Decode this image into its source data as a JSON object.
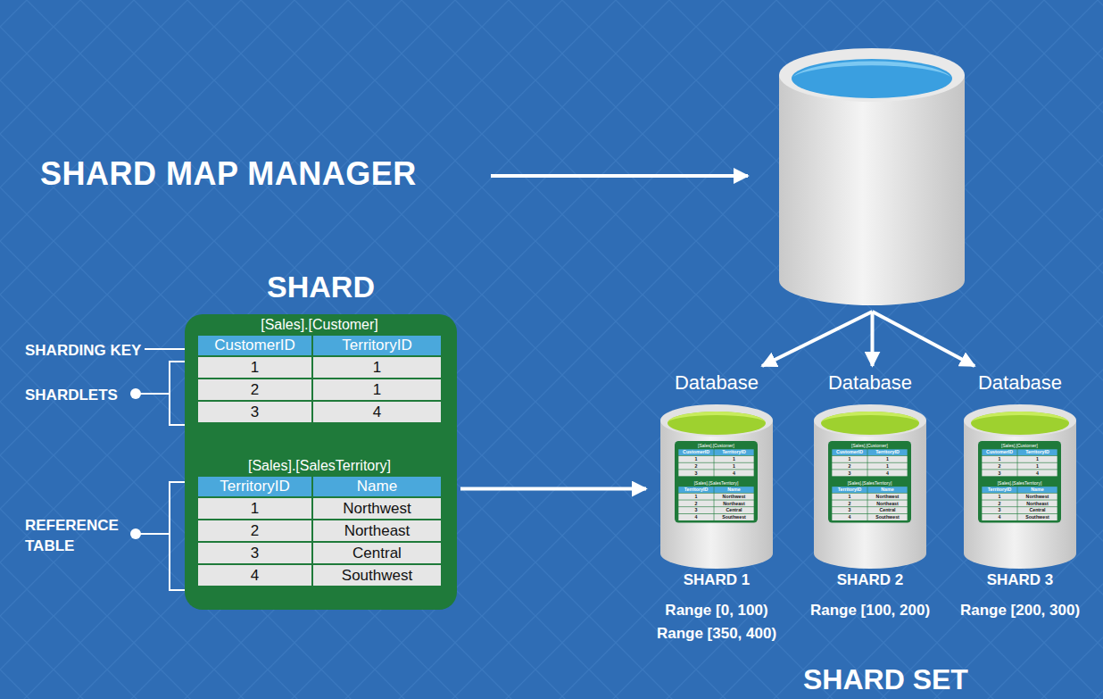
{
  "diagram": {
    "nodes": [
      {
        "text": [
          "SHARD MAP MANAGER"
        ]
      },
      {
        "text": [
          "SHARD",
          "[Sales].[Customer]",
          "CustomerID",
          "TerritoryID",
          "1",
          "1",
          "2",
          "1",
          "3",
          "4",
          "[Sales].[SalesTerritory]",
          "TerritoryID",
          "Name",
          "1",
          "Northwest",
          "2",
          "Northeast",
          "3",
          "Central",
          "4",
          "Southwest"
        ]
      },
      {
        "text": [
          "Database",
          "[Sales].[Customer]",
          "CustomerID",
          "TerritoryID",
          "1",
          "1",
          "2",
          "1",
          "3",
          "4",
          "[Sales].[SalesTerritory]",
          "TerritoryID",
          "Name",
          "1",
          "Northwest",
          "2",
          "Northeast",
          "3",
          "Central",
          "4",
          "Southwest",
          "SHARD 1",
          "Range [0, 100)",
          "Range [350, 400)"
        ]
      },
      {
        "text": [
          "Database",
          "[Sales].[Customer]",
          "CustomerID",
          "TerritoryID",
          "1",
          "1",
          "2",
          "1",
          "3",
          "4",
          "[Sales].[SalesTerritory]",
          "TerritoryID",
          "Name",
          "1",
          "Northwest",
          "2",
          "Northeast",
          "3",
          "Central",
          "4",
          "Southwest",
          "SHARD 2",
          "Range [100, 200)"
        ]
      },
      {
        "text": [
          "Database",
          "[Sales].[Customer]",
          "CustomerID",
          "TerritoryID",
          "1",
          "1",
          "2",
          "1",
          "3",
          "4",
          "[Sales].[SalesTerritory]",
          "TerritoryID",
          "Name",
          "1",
          "Northwest",
          "2",
          "Northeast",
          "3",
          "Central",
          "4",
          "Southwest",
          "SHARD 3",
          "Range [200, 300)"
        ]
      }
    ],
    "edges": [
      {
        "from": 0,
        "to": 2,
        "arrow": "to"
      },
      {
        "from": 0,
        "to": 3,
        "arrow": "to"
      },
      {
        "from": 0,
        "to": 4,
        "arrow": "to"
      },
      {
        "from": 1,
        "to": 2,
        "arrow": "to"
      }
    ],
    "labels": [
      "SHARDING KEY",
      "SHARDLETS",
      "REFERENCE TABLE",
      "SHARD SET"
    ]
  }
}
